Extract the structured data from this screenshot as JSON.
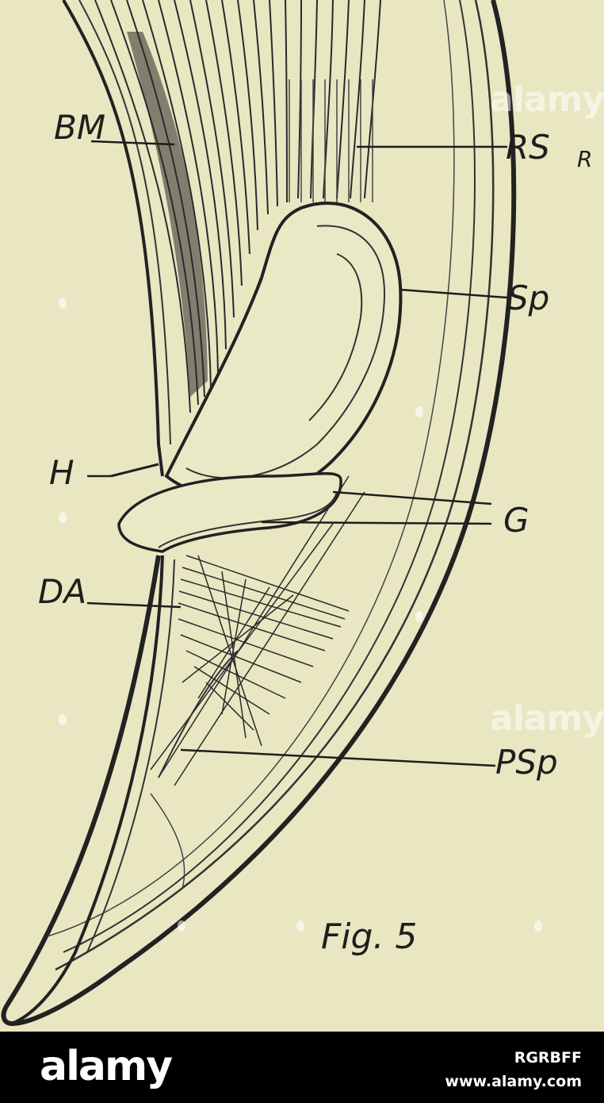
{
  "labels": {
    "bm": "BM",
    "rs_main": "RS",
    "rs_sub": "R",
    "sp_upper": "Sp",
    "h": "H",
    "g": "G",
    "da": "DA",
    "psp": "PSp"
  },
  "caption": "Fig. 5",
  "footer": {
    "brand": "alamy",
    "image_id": "RGRBFF",
    "site": "www.alamy.com"
  },
  "watermark": {
    "text": "alamy"
  },
  "colors": {
    "paper": "#e8e7c2",
    "ink": "#1e1e1e",
    "footer": "#000000"
  }
}
